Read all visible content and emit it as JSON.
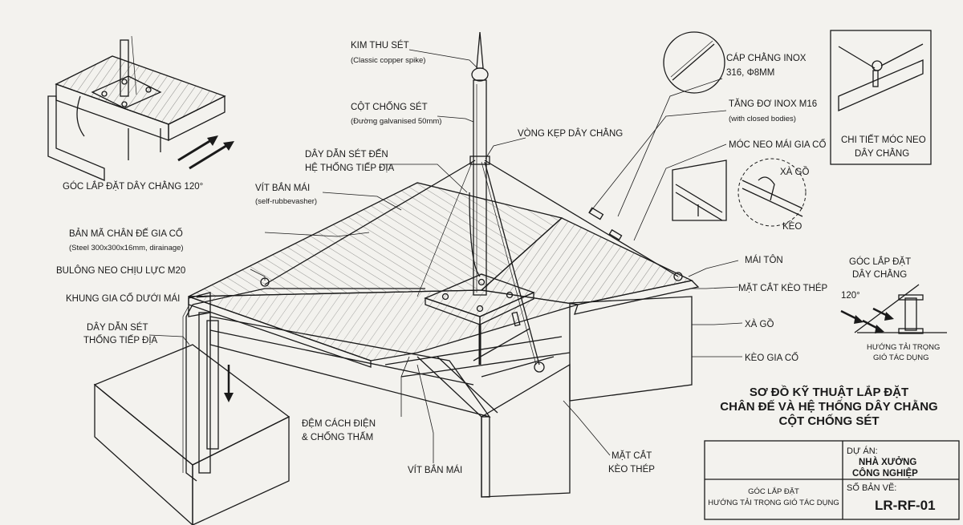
{
  "labels": {
    "kim_thu_set": "KIM THU SÉT",
    "kim_thu_set_sub": "(Classic copper spike)",
    "cot_chong_set": "CỘT CHỐNG SÉT",
    "cot_chong_set_sub": "(Đường galvanised 50mm)",
    "vong_kep": "VÒNG KẸP DÂY CHẰNG",
    "day_dan_set_1": "DÂY DẪN SÉT ĐẾN",
    "day_dan_set_2": "HỆ THỐNG TIẾP ĐỊA",
    "vit_ban_mai_top": "VÍT BẮN MÁI",
    "vit_ban_mai_top_sub": "(self-rubbevasher)",
    "ban_ma": "BẢN MÃ CHÂN ĐẾ GIA CỐ",
    "ban_ma_sub": "(Steel 300x300x16mm, dirainage)",
    "bulong": "BULÔNG NEO CHỊU LỰC M20",
    "khung_gia_co": "KHUNG GIA CỐ DƯỚI MÁI",
    "day_dan_tiep_dia_1": "DÂY DẪN SÉT",
    "day_dan_tiep_dia_2": "THỐNG TIẾP ĐỊA",
    "goc_lap_dat_120": "GÓC LẮP ĐẶT DÂY CHẰNG 120°",
    "dem_cach_dien_1": "ĐỆM CÁCH ĐIỆN",
    "dem_cach_dien_2": "& CHỐNG THẤM",
    "vit_ban_mai_bottom": "VÍT BẮN MÁI",
    "mat_cat_keo_bottom_1": "MẶT CẮT",
    "mat_cat_keo_bottom_2": "KÈO THÉP",
    "cap_chang_1": "CÁP CHẰNG INOX",
    "cap_chang_2": "316, Φ8MM",
    "tang_do": "TĂNG ĐƠ INOX M16",
    "tang_do_sub": "(with closed bodies)",
    "moc_neo": "MÓC NEO MÁI GIA CỐ",
    "chi_tiet_moc_neo_1": "CHI TIẾT MÓC NEO",
    "chi_tiet_moc_neo_2": "DÂY CHẰNG",
    "xa_go_detail": "XÀ GỒ",
    "keo_detail": "KÈO",
    "mai_ton": "MÁI TÔN",
    "mat_cat_keo_right": "MẶT CẮT KÈO THÉP",
    "xa_go_right": "XÀ GỒ",
    "keo_gia_co": "KÈO GIA CỐ",
    "goc_lap_dat_right_1": "GÓC LẮP ĐẶT",
    "goc_lap_dat_right_2": "DÂY CHẰNG",
    "angle_120": "120°",
    "huong_tai_1": "HƯỚNG TẢI TRỌNG",
    "huong_tai_2": "GIÓ TÁC DỤNG"
  },
  "title_block": {
    "title_1": "SƠ ĐỒ KỸ THUẬT LẮP ĐẶT",
    "title_2": "CHÂN ĐẾ VÀ HỆ THỐNG DÂY CHẰNG",
    "title_3": "CỘT CHỐNG SÉT",
    "du_an_label": "DỰ ÁN:",
    "du_an_1": "NHÀ XƯỞNG",
    "du_an_2": "CÔNG NGHIỆP",
    "note_1": "GÓC LẮP ĐẶT",
    "note_2": "HƯỚNG TẢI TRỌNG GIÓ TÁC DỤNG",
    "so_ban_ve_label": "SỐ BẢN VẼ:",
    "so_ban_ve": "LR-RF-01"
  },
  "colors": {
    "ink": "#1a1a1a",
    "paper": "#f3f2ee",
    "copper": "#b07a4a"
  }
}
